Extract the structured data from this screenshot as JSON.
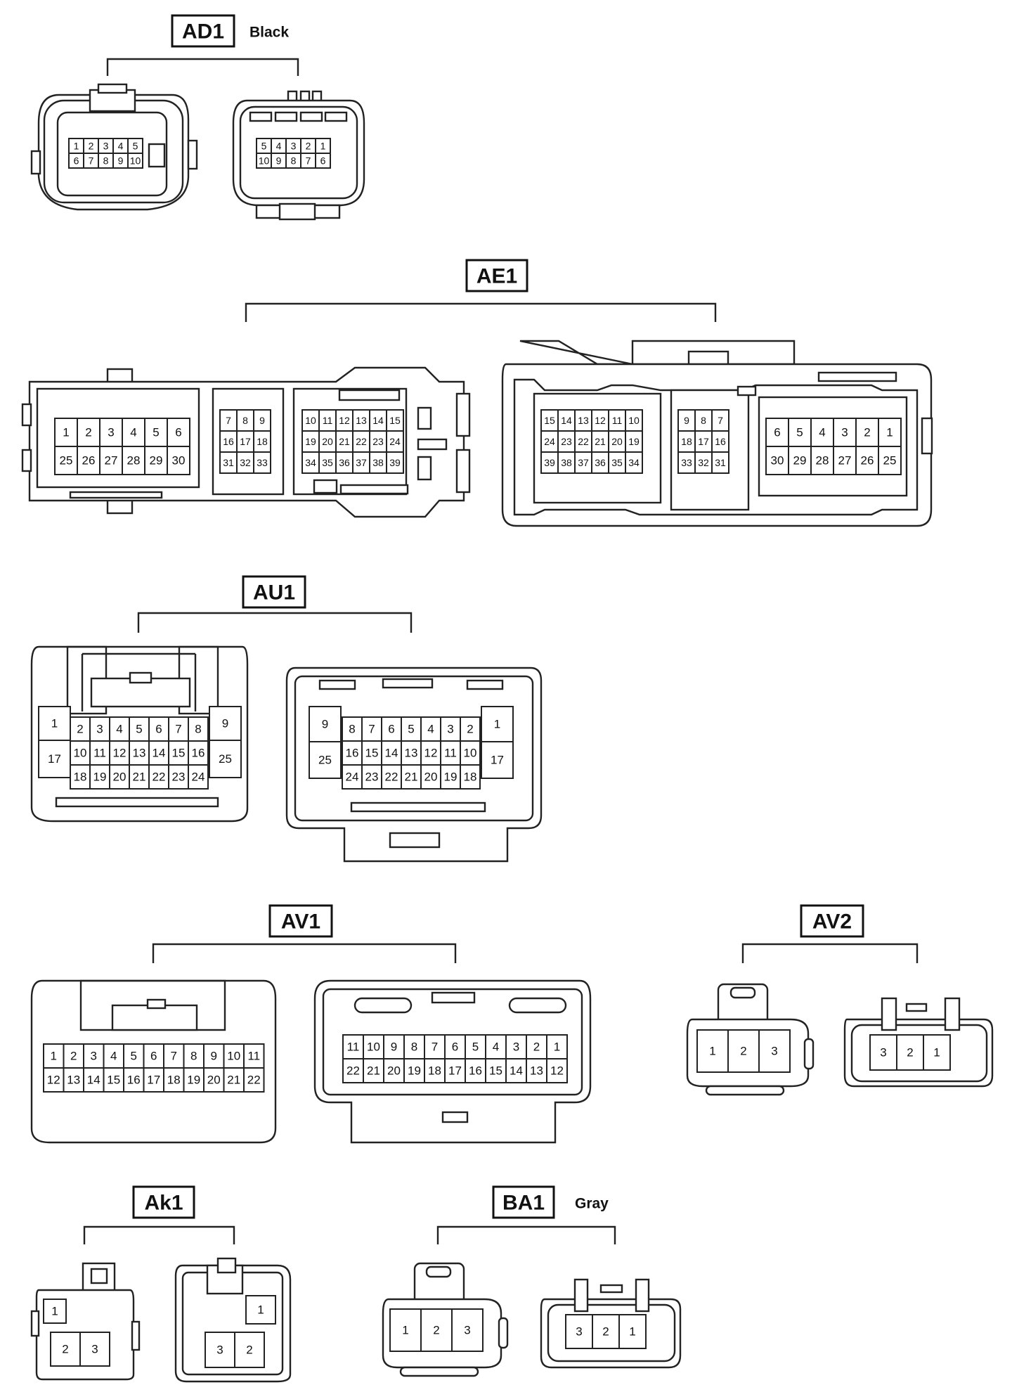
{
  "connectors": [
    {
      "id": "ad1",
      "label": "AD1",
      "color": "Black",
      "views": [
        {
          "rows": [
            [
              "1",
              "2",
              "3",
              "4",
              "5"
            ],
            [
              "6",
              "7",
              "8",
              "9",
              "10"
            ]
          ]
        },
        {
          "rows": [
            [
              "5",
              "4",
              "3",
              "2",
              "1"
            ],
            [
              "10",
              "9",
              "8",
              "7",
              "6"
            ]
          ]
        }
      ]
    },
    {
      "id": "ae1",
      "label": "AE1",
      "color": "",
      "views": [
        {
          "blocks": [
            {
              "rows": [
                [
                  "1",
                  "2",
                  "3",
                  "4",
                  "5",
                  "6"
                ],
                [
                  "25",
                  "26",
                  "27",
                  "28",
                  "29",
                  "30"
                ]
              ]
            },
            {
              "rows": [
                [
                  "7",
                  "8",
                  "9"
                ],
                [
                  "16",
                  "17",
                  "18"
                ],
                [
                  "31",
                  "32",
                  "33"
                ]
              ]
            },
            {
              "rows": [
                [
                  "10",
                  "11",
                  "12",
                  "13",
                  "14",
                  "15"
                ],
                [
                  "19",
                  "20",
                  "21",
                  "22",
                  "23",
                  "24"
                ],
                [
                  "34",
                  "35",
                  "36",
                  "37",
                  "38",
                  "39"
                ]
              ]
            }
          ]
        },
        {
          "blocks": [
            {
              "rows": [
                [
                  "15",
                  "14",
                  "13",
                  "12",
                  "11",
                  "10"
                ],
                [
                  "24",
                  "23",
                  "22",
                  "21",
                  "20",
                  "19"
                ],
                [
                  "39",
                  "38",
                  "37",
                  "36",
                  "35",
                  "34"
                ]
              ]
            },
            {
              "rows": [
                [
                  "9",
                  "8",
                  "7"
                ],
                [
                  "18",
                  "17",
                  "16"
                ],
                [
                  "33",
                  "32",
                  "31"
                ]
              ]
            },
            {
              "rows": [
                [
                  "6",
                  "5",
                  "4",
                  "3",
                  "2",
                  "1"
                ],
                [
                  "30",
                  "29",
                  "28",
                  "27",
                  "26",
                  "25"
                ]
              ]
            }
          ]
        }
      ]
    },
    {
      "id": "au1",
      "label": "AU1",
      "color": "",
      "views": [
        {
          "left": [
            "1",
            "17"
          ],
          "right": [
            "9",
            "25"
          ],
          "rows": [
            [
              "2",
              "3",
              "4",
              "5",
              "6",
              "7",
              "8"
            ],
            [
              "10",
              "11",
              "12",
              "13",
              "14",
              "15",
              "16"
            ],
            [
              "18",
              "19",
              "20",
              "21",
              "22",
              "23",
              "24"
            ]
          ]
        },
        {
          "left": [
            "9",
            "25"
          ],
          "right": [
            "1",
            "17"
          ],
          "rows": [
            [
              "8",
              "7",
              "6",
              "5",
              "4",
              "3",
              "2"
            ],
            [
              "16",
              "15",
              "14",
              "13",
              "12",
              "11",
              "10"
            ],
            [
              "24",
              "23",
              "22",
              "21",
              "20",
              "19",
              "18"
            ]
          ]
        }
      ]
    },
    {
      "id": "av1",
      "label": "AV1",
      "color": "",
      "views": [
        {
          "rows": [
            [
              "1",
              "2",
              "3",
              "4",
              "5",
              "6",
              "7",
              "8",
              "9",
              "10",
              "11"
            ],
            [
              "12",
              "13",
              "14",
              "15",
              "16",
              "17",
              "18",
              "19",
              "20",
              "21",
              "22"
            ]
          ]
        },
        {
          "rows": [
            [
              "11",
              "10",
              "9",
              "8",
              "7",
              "6",
              "5",
              "4",
              "3",
              "2",
              "1"
            ],
            [
              "22",
              "21",
              "20",
              "19",
              "18",
              "17",
              "16",
              "15",
              "14",
              "13",
              "12"
            ]
          ]
        }
      ]
    },
    {
      "id": "av2",
      "label": "AV2",
      "color": "",
      "views": [
        {
          "rows": [
            [
              "1",
              "2",
              "3"
            ]
          ]
        },
        {
          "rows": [
            [
              "3",
              "2",
              "1"
            ]
          ]
        }
      ]
    },
    {
      "id": "ak1",
      "label": "Ak1",
      "color": "",
      "views": [
        {
          "rows": [
            [
              "1"
            ],
            [
              "2",
              "3"
            ]
          ]
        },
        {
          "rows": [
            [
              "1"
            ],
            [
              "3",
              "2"
            ]
          ]
        }
      ]
    },
    {
      "id": "ba1",
      "label": "BA1",
      "color": "Gray",
      "views": [
        {
          "rows": [
            [
              "1",
              "2",
              "3"
            ]
          ]
        },
        {
          "rows": [
            [
              "3",
              "2",
              "1"
            ]
          ]
        }
      ]
    }
  ]
}
